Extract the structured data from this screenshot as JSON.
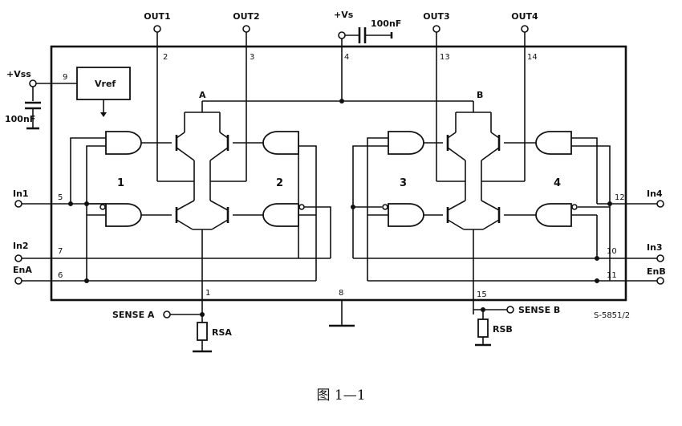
{
  "labels": {
    "out1": "OUT1",
    "out2": "OUT2",
    "vs": "+Vs",
    "cap_top": "100nF",
    "out3": "OUT3",
    "out4": "OUT4",
    "vss": "+Vss",
    "cap_left": "100nF",
    "vref": "Vref",
    "in1": "In1",
    "in2": "In2",
    "ena": "EnA",
    "in4": "In4",
    "in3": "In3",
    "enb": "EnB",
    "sense_a": "SENSE A",
    "sense_b": "SENSE B",
    "rsa": "RSA",
    "rsb": "RSB",
    "node_a": "A",
    "node_b": "B",
    "code": "S-5851/2"
  },
  "pins": {
    "p2": "2",
    "p3": "3",
    "p4": "4",
    "p13": "13",
    "p14": "14",
    "p9": "9",
    "p5": "5",
    "p7": "7",
    "p6": "6",
    "p12": "12",
    "p10": "10",
    "p11": "11",
    "p1": "1",
    "p8": "8",
    "p15": "15"
  },
  "blocks": {
    "b1": "1",
    "b2": "2",
    "b3": "3",
    "b4": "4"
  },
  "caption": "图 1—1"
}
